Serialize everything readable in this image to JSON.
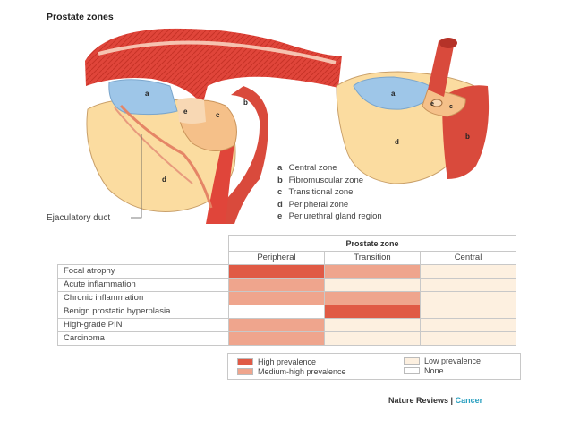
{
  "title": "Prostate zones",
  "legend": [
    {
      "key": "a",
      "label": "Central zone"
    },
    {
      "key": "b",
      "label": "Fibromuscular zone"
    },
    {
      "key": "c",
      "label": "Transitional zone"
    },
    {
      "key": "d",
      "label": "Peripheral zone"
    },
    {
      "key": "e",
      "label": "Periurethral gland region"
    }
  ],
  "duct_label": "Ejaculatory duct",
  "diagram_letters": {
    "a": "a",
    "b": "b",
    "c": "c",
    "d": "d",
    "e": "e"
  },
  "table": {
    "group_header": "Prostate zone",
    "columns": [
      "Peripheral",
      "Transition",
      "Central"
    ],
    "rows": [
      {
        "label": "Focal atrophy",
        "levels": [
          "high",
          "medium-high",
          "low"
        ]
      },
      {
        "label": "Acute inflammation",
        "levels": [
          "medium-high",
          "low",
          "low"
        ]
      },
      {
        "label": "Chronic inflammation",
        "levels": [
          "medium-high",
          "medium-high",
          "low"
        ]
      },
      {
        "label": "Benign prostatic hyperplasia",
        "levels": [
          "none",
          "high",
          "low"
        ]
      },
      {
        "label": "High-grade PIN",
        "levels": [
          "medium-high",
          "low",
          "low"
        ]
      },
      {
        "label": "Carcinoma",
        "levels": [
          "medium-high",
          "low",
          "low"
        ]
      }
    ]
  },
  "prevalence_key": [
    {
      "level": "high",
      "label": "High prevalence"
    },
    {
      "level": "medium-high",
      "label": "Medium-high prevalence"
    },
    {
      "level": "low",
      "label": "Low prevalence"
    },
    {
      "level": "none",
      "label": "None"
    }
  ],
  "level_colors": {
    "high": "#e05a45",
    "medium-high": "#efa58d",
    "low": "#fdf0e0",
    "none": "#ffffff"
  },
  "brand": {
    "journal": "Nature Reviews",
    "separator": "|",
    "section": "Cancer"
  }
}
